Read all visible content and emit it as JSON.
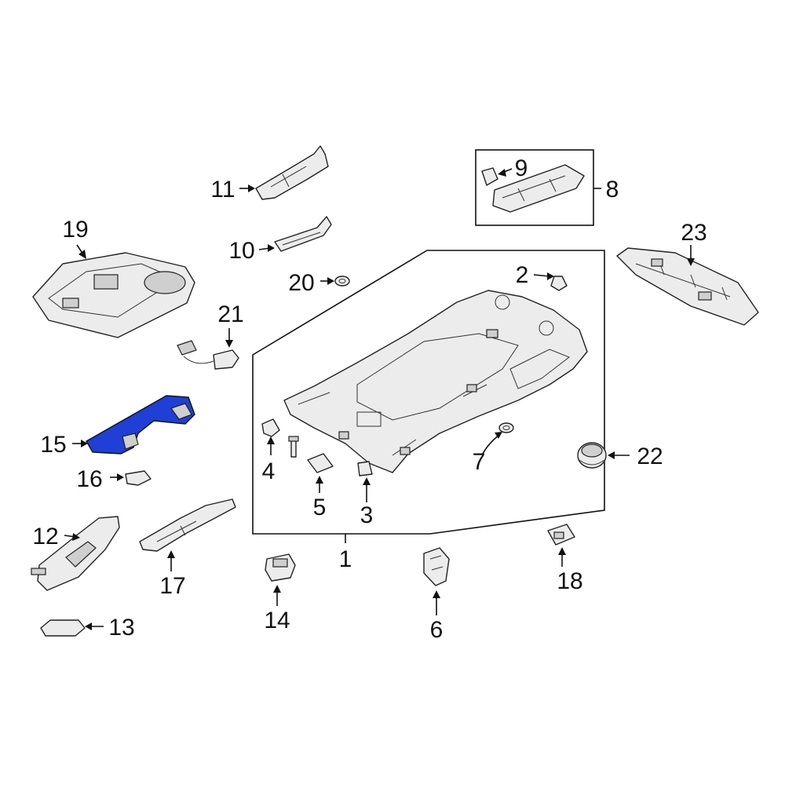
{
  "diagram": {
    "highlight_color": "#1f3fd6",
    "line_color": "#111111",
    "part_fill": "#ececec",
    "highlighted_part": "15",
    "callouts": [
      {
        "id": "c1",
        "label": "1"
      },
      {
        "id": "c2",
        "label": "2"
      },
      {
        "id": "c3",
        "label": "3"
      },
      {
        "id": "c4",
        "label": "4"
      },
      {
        "id": "c5",
        "label": "5"
      },
      {
        "id": "c6",
        "label": "6"
      },
      {
        "id": "c7",
        "label": "7"
      },
      {
        "id": "c8",
        "label": "8"
      },
      {
        "id": "c9",
        "label": "9"
      },
      {
        "id": "c10",
        "label": "10"
      },
      {
        "id": "c11",
        "label": "11"
      },
      {
        "id": "c12",
        "label": "12"
      },
      {
        "id": "c13",
        "label": "13"
      },
      {
        "id": "c14",
        "label": "14"
      },
      {
        "id": "c15",
        "label": "15"
      },
      {
        "id": "c16",
        "label": "16"
      },
      {
        "id": "c17",
        "label": "17"
      },
      {
        "id": "c18",
        "label": "18"
      },
      {
        "id": "c19",
        "label": "19"
      },
      {
        "id": "c20",
        "label": "20"
      },
      {
        "id": "c21",
        "label": "21"
      },
      {
        "id": "c22",
        "label": "22"
      },
      {
        "id": "c23",
        "label": "23"
      }
    ]
  }
}
